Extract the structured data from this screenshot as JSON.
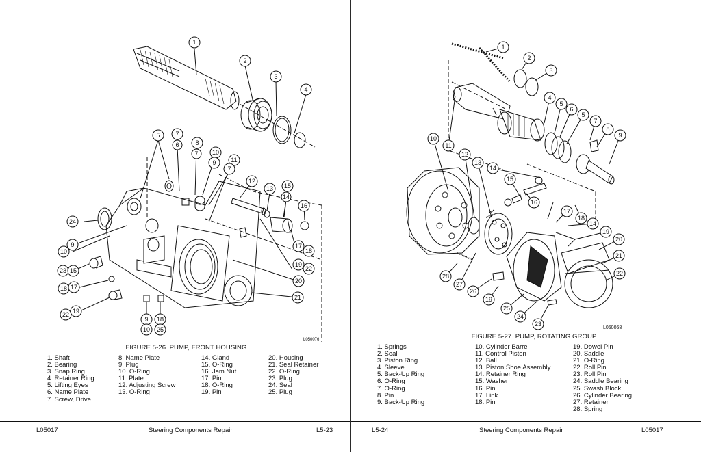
{
  "left": {
    "figure_caption": "FIGURE 5-26. PUMP, FRONT HOUSING",
    "drawing_code": "L050076",
    "parts": [
      "1. Shaft",
      "2. Bearing",
      "3. Snap Ring",
      "4. Retainer Ring",
      "5. Lifting Eyes",
      "6. Name Plate",
      "7. Screw, Drive",
      "8. Name Plate",
      "9. Plug",
      "10. O-Ring",
      "11. Plate",
      "12. Adjusting Screw",
      "13. O-Ring",
      "14. Gland",
      "15. O-Ring",
      "16. Jam Nut",
      "17. Pin",
      "18. O-Ring",
      "19. Pin",
      "20. Housing",
      "21. Seal Retainer",
      "22. O-Ring",
      "23. Plug",
      "24. Seal",
      "25. Plug"
    ],
    "callouts": [
      "1",
      "2",
      "3",
      "4",
      "5",
      "7",
      "6",
      "8",
      "7",
      "10",
      "9",
      "11",
      "7",
      "12",
      "13",
      "15",
      "14",
      "16",
      "24",
      "9",
      "10",
      "23",
      "15",
      "18",
      "17",
      "22",
      "19",
      "17",
      "18",
      "19",
      "22",
      "20",
      "21",
      "9",
      "18",
      "10",
      "25"
    ],
    "footer": {
      "doc": "L05017",
      "title": "Steering Components Repair",
      "page": "L5-23"
    }
  },
  "right": {
    "figure_caption": "FIGURE 5-27. PUMP, ROTATING GROUP",
    "drawing_code": "L050068",
    "parts": [
      "1. Springs",
      "2. Seal",
      "3. Piston Ring",
      "4. Sleeve",
      "5. Back-Up Ring",
      "6. O-Ring",
      "7. O-Ring",
      "8. Pin",
      "9. Back-Up Ring",
      "10. Cylinder Barrel",
      "11. Control Piston",
      "12. Ball",
      "13. Piston Shoe Assembly",
      "14. Retainer Ring",
      "15. Washer",
      "16. Pin",
      "17. Link",
      "18. Pin",
      "19. Dowel Pin",
      "20. Saddle",
      "21. O-Ring",
      "22. Roll Pin",
      "23. Roll Pin",
      "24. Saddle Bearing",
      "25. Swash Block",
      "26. Cylinder Bearing",
      "27. Retainer",
      "28. Spring"
    ],
    "callouts": [
      "1",
      "2",
      "3",
      "4",
      "5",
      "6",
      "5",
      "7",
      "8",
      "9",
      "10",
      "11",
      "12",
      "13",
      "14",
      "15",
      "16",
      "17",
      "18",
      "14",
      "19",
      "20",
      "21",
      "22",
      "28",
      "27",
      "26",
      "19",
      "25",
      "24",
      "23"
    ],
    "footer": {
      "doc": "L5-24",
      "title": "Steering Components Repair",
      "page": "L05017"
    }
  }
}
